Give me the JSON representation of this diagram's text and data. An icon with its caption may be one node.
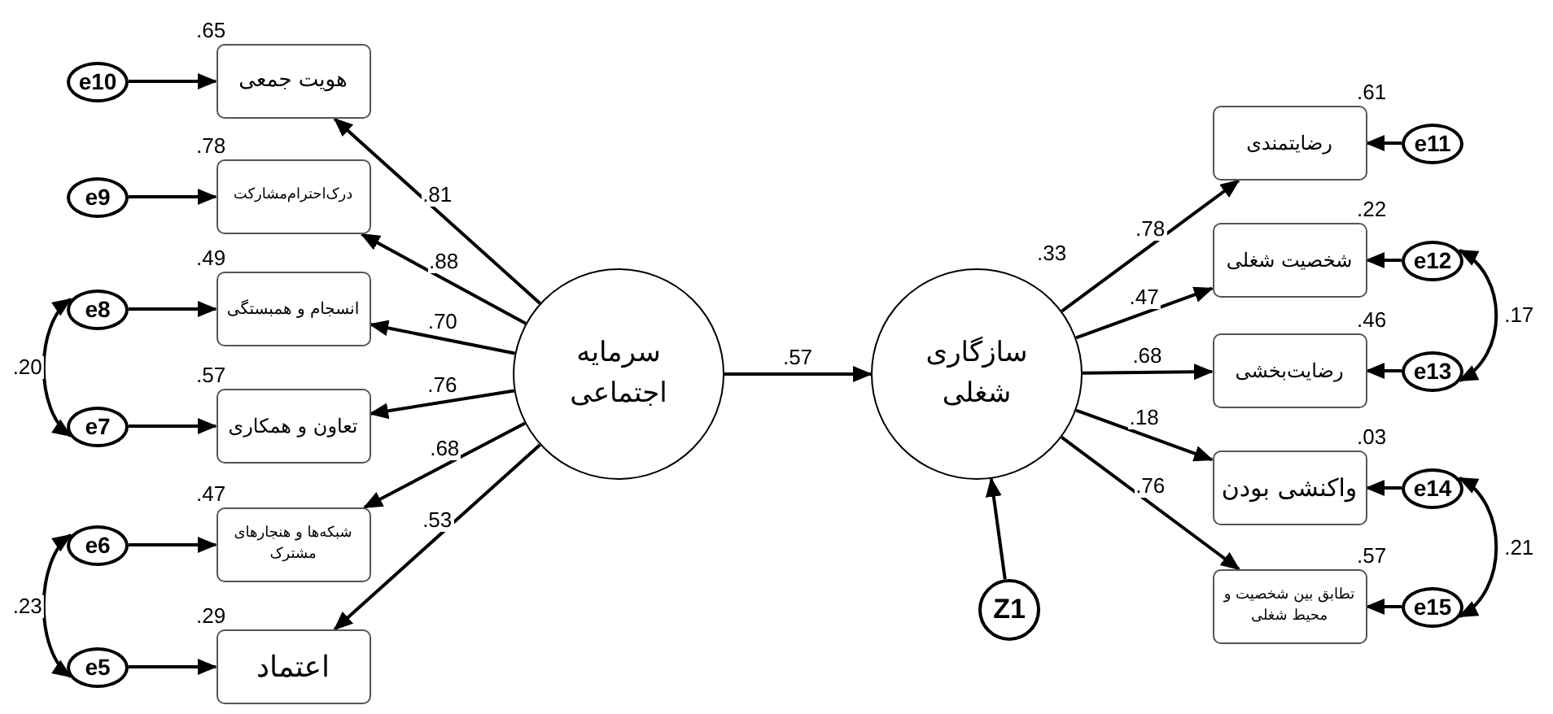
{
  "diagram": {
    "nodes": [
      {
        "text": [
          "سرمایه اجتماعی"
        ]
      },
      {
        "text": [
          "سازگاری شغلی"
        ],
        "beside": [
          ".33"
        ]
      },
      {
        "text": [
          "هویت جمعی"
        ],
        "beside": [
          ".65"
        ]
      },
      {
        "text": [
          "درک‌احترام‌مشارکت"
        ],
        "beside": [
          ".78"
        ]
      },
      {
        "text": [
          "انسجام و همبستگی"
        ],
        "beside": [
          ".49"
        ]
      },
      {
        "text": [
          "تعاون و همکاری"
        ],
        "beside": [
          ".57"
        ]
      },
      {
        "text": [
          "شبکه‌ها و هنجارهای مشترک"
        ],
        "beside": [
          ".47"
        ]
      },
      {
        "text": [
          "اعتماد"
        ],
        "beside": [
          ".29"
        ]
      },
      {
        "text": [
          "رضایتمندی"
        ],
        "beside": [
          ".61"
        ]
      },
      {
        "text": [
          "شخصیت شغلی"
        ],
        "beside": [
          ".22"
        ]
      },
      {
        "text": [
          "رضایت‌بخشی"
        ],
        "beside": [
          ".46"
        ]
      },
      {
        "text": [
          "واکنشی بودن"
        ],
        "beside": [
          ".03"
        ]
      },
      {
        "text": [
          "تطابق بین شخصیت و محیط شغلی"
        ],
        "beside": [
          ".57"
        ]
      },
      {
        "text": [
          "e10"
        ]
      },
      {
        "text": [
          "e9"
        ]
      },
      {
        "text": [
          "e8"
        ]
      },
      {
        "text": [
          "e7"
        ]
      },
      {
        "text": [
          "e6"
        ]
      },
      {
        "text": [
          "e5"
        ]
      },
      {
        "text": [
          "e11"
        ]
      },
      {
        "text": [
          "e12"
        ]
      },
      {
        "text": [
          "e13"
        ]
      },
      {
        "text": [
          "e14"
        ]
      },
      {
        "text": [
          "e15"
        ]
      },
      {
        "text": [
          "Z1"
        ]
      }
    ],
    "edges": [
      {
        "from": 0,
        "to": 2,
        "arrow": "to",
        "label": ".81"
      },
      {
        "from": 0,
        "to": 3,
        "arrow": "to",
        "label": ".88"
      },
      {
        "from": 0,
        "to": 4,
        "arrow": "to",
        "label": ".70"
      },
      {
        "from": 0,
        "to": 5,
        "arrow": "to",
        "label": ".76"
      },
      {
        "from": 0,
        "to": 6,
        "arrow": "to",
        "label": ".68"
      },
      {
        "from": 0,
        "to": 7,
        "arrow": "to",
        "label": ".53"
      },
      {
        "from": 0,
        "to": 1,
        "arrow": "to",
        "label": ".57"
      },
      {
        "from": 1,
        "to": 8,
        "arrow": "to",
        "label": ".78"
      },
      {
        "from": 1,
        "to": 9,
        "arrow": "to",
        "label": ".47"
      },
      {
        "from": 1,
        "to": 10,
        "arrow": "to",
        "label": ".68"
      },
      {
        "from": 1,
        "to": 11,
        "arrow": "to",
        "label": ".18"
      },
      {
        "from": 1,
        "to": 12,
        "arrow": "to",
        "label": ".76"
      },
      {
        "from": 13,
        "to": 2,
        "arrow": "to"
      },
      {
        "from": 14,
        "to": 3,
        "arrow": "to"
      },
      {
        "from": 15,
        "to": 4,
        "arrow": "to"
      },
      {
        "from": 16,
        "to": 5,
        "arrow": "to"
      },
      {
        "from": 17,
        "to": 6,
        "arrow": "to"
      },
      {
        "from": 18,
        "to": 7,
        "arrow": "to"
      },
      {
        "from": 19,
        "to": 8,
        "arrow": "to"
      },
      {
        "from": 20,
        "to": 9,
        "arrow": "to"
      },
      {
        "from": 21,
        "to": 10,
        "arrow": "to"
      },
      {
        "from": 22,
        "to": 11,
        "arrow": "to"
      },
      {
        "from": 23,
        "to": 12,
        "arrow": "to"
      },
      {
        "from": 24,
        "to": 1,
        "arrow": "to"
      },
      {
        "from": 15,
        "to": 16,
        "arrow": "both",
        "label": ".20"
      },
      {
        "from": 17,
        "to": 18,
        "arrow": "both",
        "label": ".23"
      },
      {
        "from": 20,
        "to": 21,
        "arrow": "both",
        "label": ".17"
      },
      {
        "from": 22,
        "to": 23,
        "arrow": "both",
        "label": ".21"
      }
    ]
  }
}
